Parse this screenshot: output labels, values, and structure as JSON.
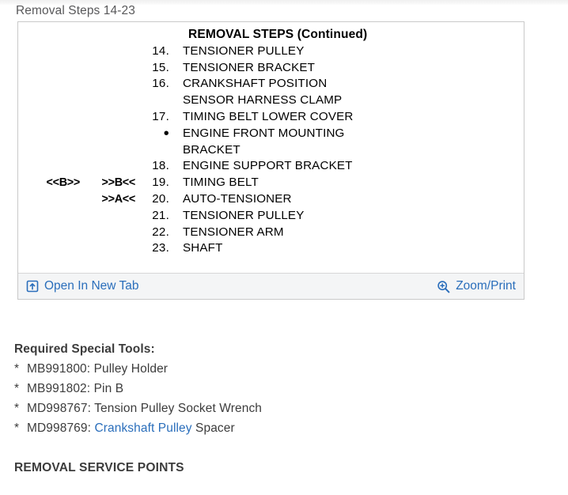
{
  "page": {
    "title": "Removal Steps 14-23"
  },
  "viewer": {
    "graphic": {
      "heading": "REMOVAL STEPS (Continued)",
      "rows": [
        {
          "mark_a": "",
          "mark_b": "",
          "num": "14.",
          "text": "TENSIONER PULLEY"
        },
        {
          "mark_a": "",
          "mark_b": "",
          "num": "15.",
          "text": "TENSIONER BRACKET"
        },
        {
          "mark_a": "",
          "mark_b": "",
          "num": "16.",
          "text": "CRANKSHAFT POSITION"
        },
        {
          "mark_a": "",
          "mark_b": "",
          "num": "",
          "text": "SENSOR HARNESS CLAMP"
        },
        {
          "mark_a": "",
          "mark_b": "",
          "num": "17.",
          "text": "TIMING BELT LOWER COVER"
        },
        {
          "mark_a": "",
          "mark_b": "",
          "num": "•",
          "text": "ENGINE FRONT MOUNTING"
        },
        {
          "mark_a": "",
          "mark_b": "",
          "num": "",
          "text": "BRACKET"
        },
        {
          "mark_a": "",
          "mark_b": "",
          "num": "18.",
          "text": "ENGINE SUPPORT BRACKET"
        },
        {
          "mark_a": "<<B>>",
          "mark_b": ">>B<<",
          "num": "19.",
          "text": "TIMING BELT"
        },
        {
          "mark_a": "",
          "mark_b": ">>A<<",
          "num": "20.",
          "text": "AUTO-TENSIONER"
        },
        {
          "mark_a": "",
          "mark_b": "",
          "num": "21.",
          "text": "TENSIONER PULLEY"
        },
        {
          "mark_a": "",
          "mark_b": "",
          "num": "22.",
          "text": "TENSIONER ARM"
        },
        {
          "mark_a": "",
          "mark_b": "",
          "num": "23.",
          "text": "SHAFT"
        }
      ]
    },
    "footer": {
      "open_new_tab": {
        "label": "Open In New Tab",
        "icon": "open-in-new-tab-icon"
      },
      "zoom_print": {
        "label": "Zoom/Print",
        "icon": "magnifier-plus-icon"
      }
    }
  },
  "tools": {
    "title": "Required Special Tools:",
    "bullet": "*",
    "items": [
      {
        "prefix": "MB991800: Pulley Holder",
        "link": "",
        "suffix": ""
      },
      {
        "prefix": "MB991802: Pin B",
        "link": "",
        "suffix": ""
      },
      {
        "prefix": "MD998767: Tension Pulley Socket Wrench",
        "link": "",
        "suffix": ""
      },
      {
        "prefix": "MD998769: ",
        "link": "Crankshaft Pulley",
        "suffix": " Spacer"
      }
    ]
  },
  "section": {
    "removal_service_points": "REMOVAL SERVICE POINTS"
  },
  "colors": {
    "link": "#2a6ebb",
    "text": "#3c3c3c",
    "title": "#58585a",
    "panel_border": "#c9c9c9",
    "footer_bg": "#f4f5f6"
  }
}
